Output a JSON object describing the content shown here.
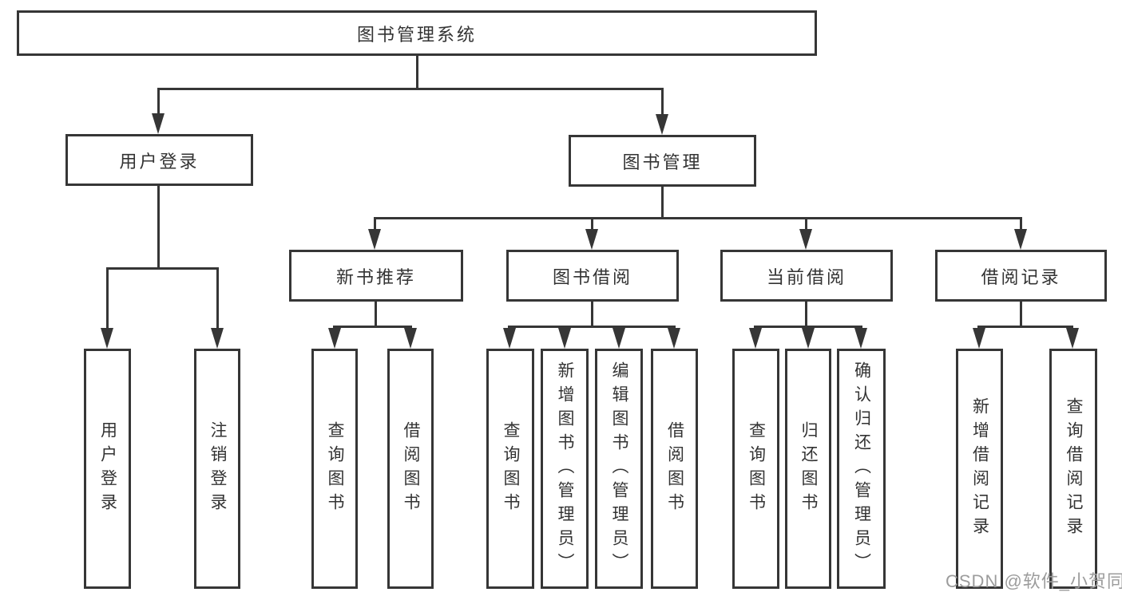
{
  "root": {
    "label": "图书管理系统"
  },
  "level2": {
    "user_login": {
      "label": "用户登录"
    },
    "book_management": {
      "label": "图书管理"
    }
  },
  "level3": {
    "new_book_recommend": {
      "label": "新书推荐"
    },
    "book_borrowing": {
      "label": "图书借阅"
    },
    "current_borrowing": {
      "label": "当前借阅"
    },
    "borrowing_records": {
      "label": "借阅记录"
    }
  },
  "leaves": {
    "user_login": {
      "label": "用户登录"
    },
    "logout": {
      "label": "注销登录"
    },
    "recommend_query_books": {
      "label": "查询图书"
    },
    "recommend_borrow_books": {
      "label": "借阅图书"
    },
    "borrowing_query_books": {
      "label": "查询图书"
    },
    "borrowing_add_books": {
      "label": "新增图书（管理员）"
    },
    "borrowing_edit_books": {
      "label": "编辑图书（管理员）"
    },
    "borrowing_borrow_books": {
      "label": "借阅图书"
    },
    "current_query_books": {
      "label": "查询图书"
    },
    "current_return_books": {
      "label": "归还图书"
    },
    "current_confirm_return": {
      "label": "确认归还（管理员）"
    },
    "records_add_record": {
      "label": "新增借阅记录"
    },
    "records_query_record": {
      "label": "查询借阅记录"
    }
  },
  "watermark": {
    "text": "CSDN @软件_小贺同学"
  },
  "colors": {
    "line": "#363636",
    "text": "#333333",
    "watermark": "#9c9c9c",
    "background": "#ffffff"
  }
}
